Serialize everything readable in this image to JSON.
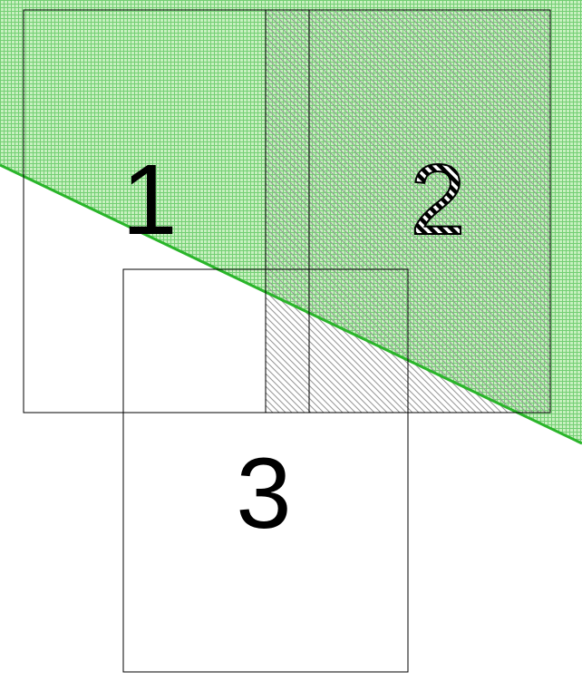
{
  "colors": {
    "background": "#ffffff",
    "region_fill": "#c8f0c0",
    "region_grid": "#74cf74",
    "boundary_line": "#2ab52a",
    "hatch": "#9a9a9a",
    "outline": "#000000"
  },
  "boxes": [
    {
      "label": "1",
      "style": "outline"
    },
    {
      "label": "2",
      "style": "hatched",
      "label_style": "striped"
    },
    {
      "label": "3",
      "style": "outline"
    }
  ]
}
